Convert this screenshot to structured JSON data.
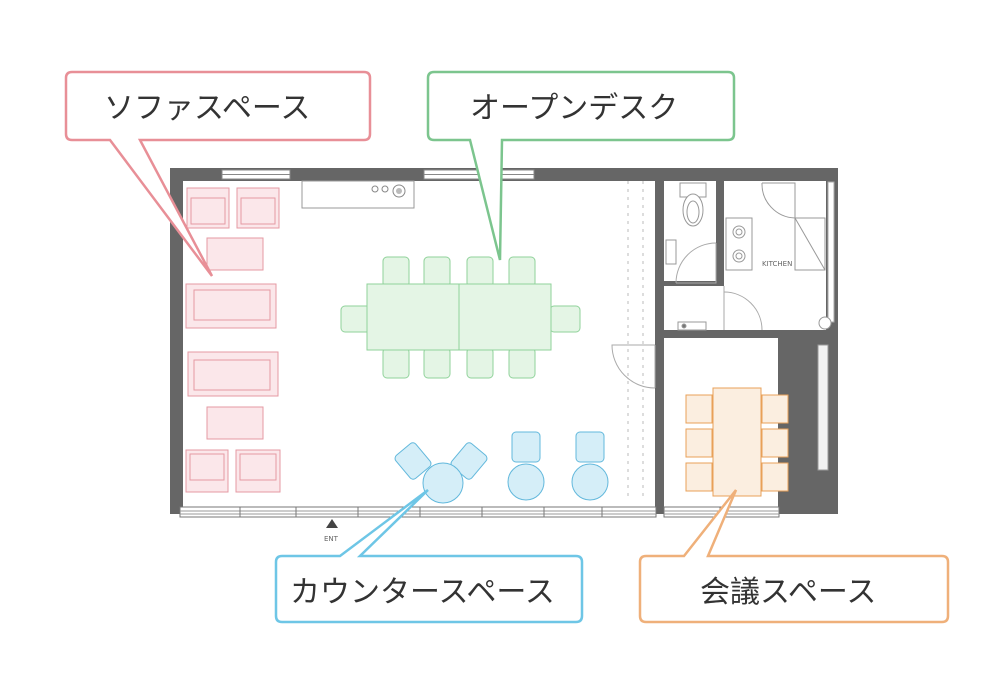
{
  "callouts": {
    "sofa": {
      "label": "ソファスペース",
      "color": "#e88f97"
    },
    "open_desk": {
      "label": "オープンデスク",
      "color": "#7cc58e"
    },
    "counter": {
      "label": "カウンタースペース",
      "color": "#6ec6e6"
    },
    "meeting": {
      "label": "会議スペース",
      "color": "#efb07a"
    }
  },
  "rooms": {
    "kitchen": "KITCHEN"
  },
  "entrance": {
    "label": "ENT"
  },
  "colors": {
    "wall": "#666666",
    "sofa_fill": "#fbe7ea",
    "sofa_stroke": "#e59aa3",
    "desk_fill": "#e4f5e5",
    "desk_stroke": "#8fd29a",
    "counter_fill": "#d5eef8",
    "counter_stroke": "#62b8dc",
    "meeting_fill": "#fbeee0",
    "meeting_stroke": "#e8a058"
  }
}
